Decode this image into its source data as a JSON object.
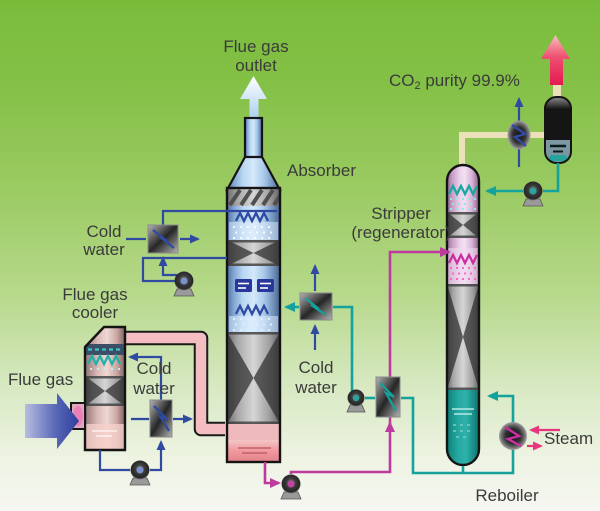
{
  "diagram": {
    "title": "CO2 capture absorber-stripper process flow diagram",
    "labels": {
      "flue_gas_outlet": [
        "Flue gas",
        "outlet"
      ],
      "absorber": "Absorber",
      "co2_purity": {
        "pre": "CO",
        "sub": "2",
        "post": " purity 99.9%"
      },
      "stripper": [
        "Stripper",
        "(regenerator)"
      ],
      "cold_water_wash": [
        "Cold",
        "water"
      ],
      "cold_water_cooler": [
        "Cold",
        "water"
      ],
      "cold_water_lean": [
        "Cold",
        "water"
      ],
      "flue_gas_cooler": [
        "Flue gas",
        "cooler"
      ],
      "flue_gas_inlet": "Flue gas",
      "steam": "Steam",
      "reboiler": "Reboiler"
    },
    "colors": {
      "background_top": "#79bc3a",
      "background_bottom": "#f6f7f2",
      "water_line": "#2f4aa0",
      "lean_solvent_line": "#15a29c",
      "rich_solvent_line": "#bf3a9f",
      "steam_line": "#e8357e",
      "flue_gas_duct": "#f3bdc1",
      "co2_product_line": "#ece0ba",
      "co2_arrow_red": "#e41950",
      "absorber_body_blue": "#a9cdf0",
      "stripper_body_pink": "#ecd2ec",
      "hot_liquid_teal": "#1fa29b",
      "text": "#3b3b3b"
    }
  }
}
